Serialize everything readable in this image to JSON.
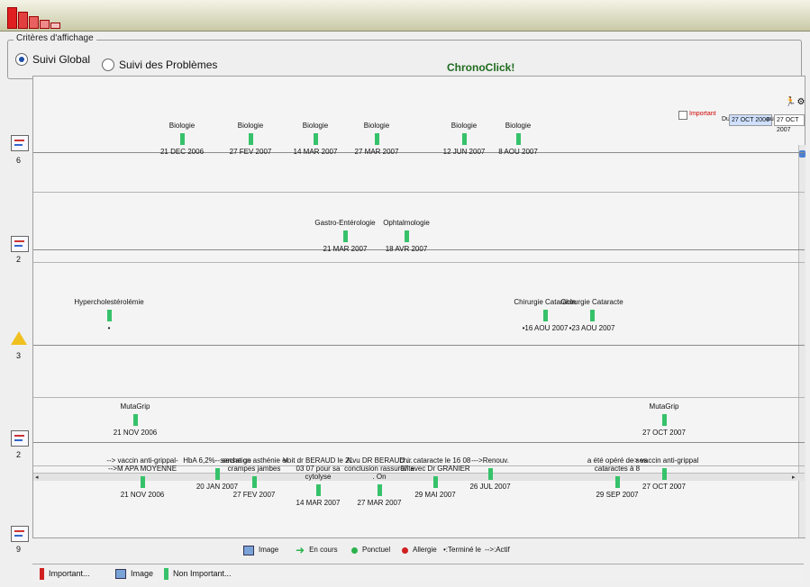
{
  "app": {
    "title": "ChronoClick!"
  },
  "criteria": {
    "legend": "Critères d'affichage",
    "options": [
      {
        "label": "Suivi Global",
        "selected": true
      },
      {
        "label": "Suivi des Problèmes",
        "selected": false
      }
    ]
  },
  "filter": {
    "important_label": "Important",
    "du_label": "Du",
    "au_label": "au",
    "date_from": "27 OCT 2006",
    "date_to": "27 OCT 2007"
  },
  "rows": [
    {
      "icon": "biology-icon",
      "count": "6",
      "events": [
        {
          "label": "Biologie",
          "date": "21 DEC 2006"
        },
        {
          "label": "Biologie",
          "date": "27 FEV 2007"
        },
        {
          "label": "Biologie",
          "date": "14 MAR 2007"
        },
        {
          "label": "Biologie",
          "date": "27 MAR 2007"
        },
        {
          "label": "Biologie",
          "date": "12 JUN 2007"
        },
        {
          "label": "Biologie",
          "date": "8 AOU 2007"
        }
      ]
    },
    {
      "icon": "specialist-icon",
      "count": "2",
      "events": [
        {
          "label": "Gastro-Entérologie",
          "date": "21 MAR 2007"
        },
        {
          "label": "Ophtalmologie",
          "date": "18 AVR 2007"
        }
      ]
    },
    {
      "icon": "warning-antecedent-icon",
      "count": "3",
      "events": [
        {
          "label": "Hypercholestérolémie",
          "date": "•"
        },
        {
          "label": "Chirurgie Cataracte",
          "date": "•16 AOU 2007"
        },
        {
          "label": "Chirurgie Cataracte",
          "date": "•23 AOU 2007"
        }
      ]
    },
    {
      "icon": "vaccine-icon",
      "count": "2",
      "events": [
        {
          "label": "MutaGrip",
          "date": "21 NOV 2006"
        },
        {
          "label": "MutaGrip",
          "date": "27 OCT 2007"
        }
      ]
    },
    {
      "icon": "consultation-icon",
      "count": "9",
      "events": [
        {
          "label": "--> vaccin anti-grippal--->M APA MOYENNE",
          "date": "21 NOV 2006"
        },
        {
          "label": "HbA 6,2%-- seche ge",
          "date": "20 JAN 2007"
        },
        {
          "label": "sensation asthénie et crampes jambes",
          "date": "27 FEV 2007"
        },
        {
          "label": "Voit dr BERAUD le 21 03 07 pour sa cytolyse",
          "date": "14 MAR 2007"
        },
        {
          "label": "A vu DR BERAUD ... conclusion rassurante . On",
          "date": "27 MAR 2007"
        },
        {
          "label": "chir cataracte le 16 08 07 avec Dr GRANIER",
          "date": "29 MAI 2007"
        },
        {
          "label": "--->Renouv.",
          "date": "26 JUL 2007"
        },
        {
          "label": "a été opéré de ses cataractes à 8",
          "date": "29 SEP 2007"
        },
        {
          "label": "--> vaccin anti-grippal",
          "date": "27 OCT 2007"
        }
      ]
    }
  ],
  "legend": {
    "items": [
      {
        "label": "Image",
        "icon": "image-icon"
      },
      {
        "label": "En cours",
        "icon": "arrow-right-icon"
      },
      {
        "label": "Ponctuel",
        "icon": "green-dot-icon"
      },
      {
        "label": "Allergie",
        "icon": "red-dot-icon"
      },
      {
        "label": "•:Terminé le",
        "icon": ""
      },
      {
        "label": "-->:Actif",
        "icon": ""
      }
    ],
    "bottom": [
      {
        "label": "Important...",
        "icon": "red-bar-icon"
      },
      {
        "label": "Image",
        "icon": "image-icon"
      },
      {
        "label": "Non Important...",
        "icon": "green-bar-icon"
      }
    ]
  },
  "colors": {
    "accent": "#1f6b1f",
    "event_bar": "#36c26a",
    "important": "#cc0000",
    "selected_date": "#cfe0ff"
  }
}
